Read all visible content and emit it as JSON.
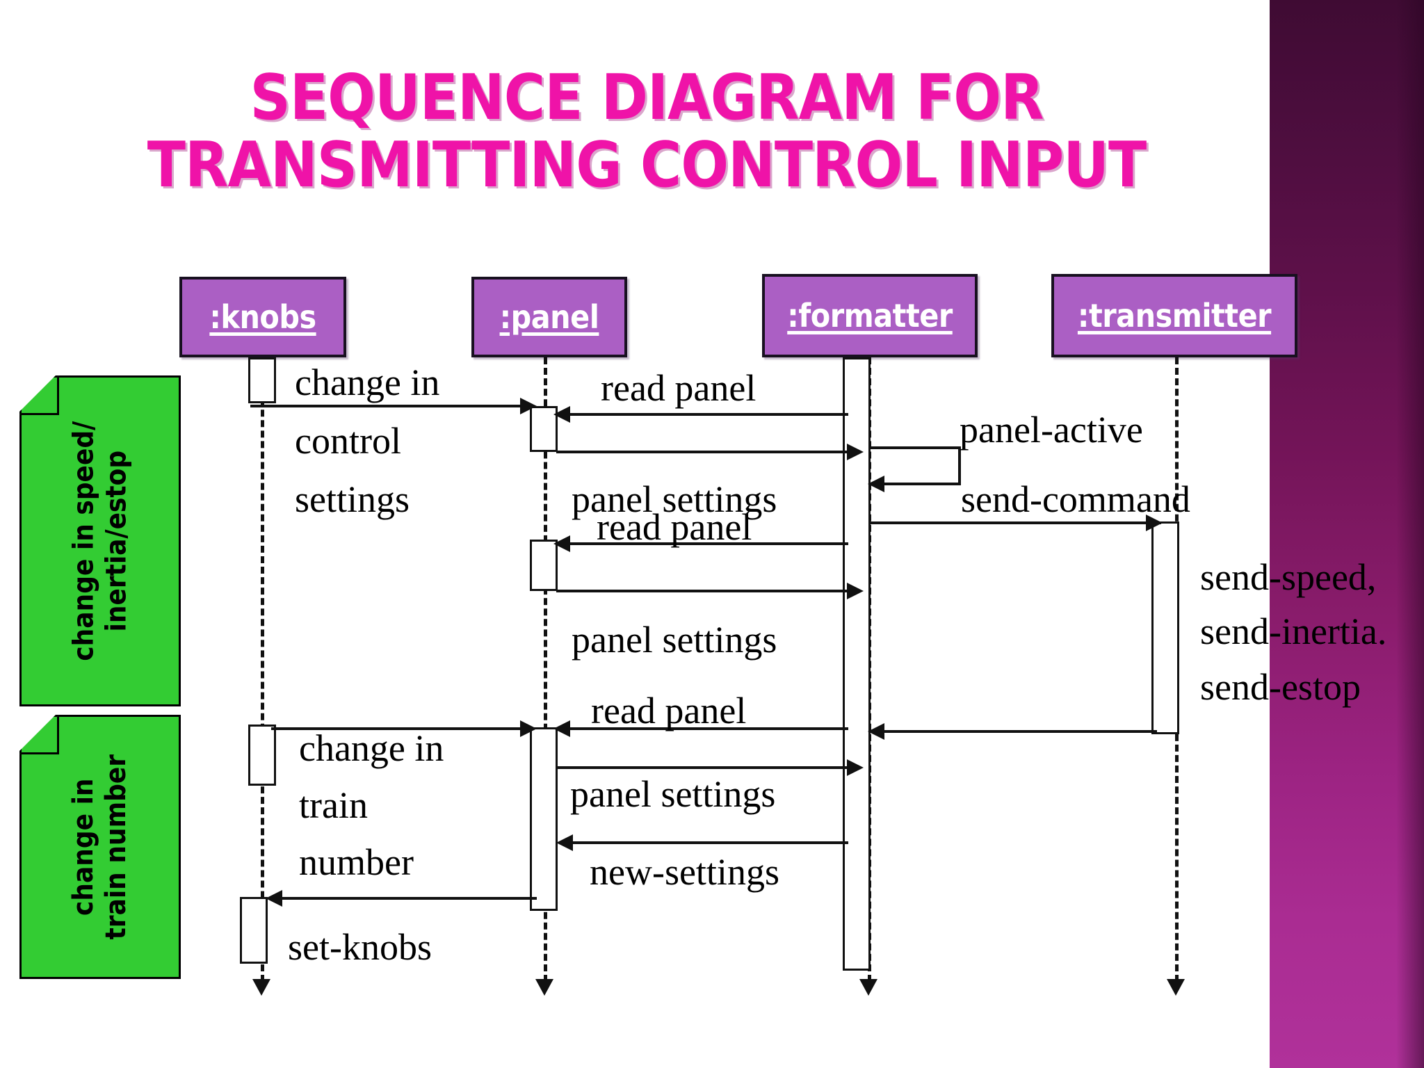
{
  "slide": {
    "title_line1": "SEQUENCE DIAGRAM FOR",
    "title_line2": "TRANSMITTING CONTROL INPUT",
    "title_color": "#ef13a8",
    "background_color": "#ffffff",
    "accent_band_top_color": "#4a0d3c",
    "accent_band_bottom_color": "#b0319a"
  },
  "lifelines": [
    {
      "name": "knobs",
      "label": ":knobs"
    },
    {
      "name": "panel",
      "label": ":panel"
    },
    {
      "name": "formatter",
      "label": ":formatter"
    },
    {
      "name": "transmitter",
      "label": ":transmitter"
    }
  ],
  "notes": [
    {
      "name": "note-speed-inertia-estop",
      "text": "change in speed/\ninertia/estop",
      "color": "#33cc33"
    },
    {
      "name": "note-train-number",
      "text": "change in\ntrain number",
      "color": "#33cc33"
    }
  ],
  "messages": [
    {
      "id": "m1",
      "label": "change in\ncontrol\nsettings",
      "from": "knobs",
      "to": "panel",
      "direction": "right"
    },
    {
      "id": "m2",
      "label": "read panel",
      "from": "formatter",
      "to": "panel",
      "direction": "left"
    },
    {
      "id": "m3",
      "label": "panel settings",
      "from": "panel",
      "to": "formatter",
      "direction": "right"
    },
    {
      "id": "m4",
      "label": "panel-active",
      "from": "formatter",
      "to": "formatter",
      "direction": "self"
    },
    {
      "id": "m5",
      "label": "read panel",
      "from": "formatter",
      "to": "panel",
      "direction": "left"
    },
    {
      "id": "m6",
      "label": "panel settings",
      "from": "panel",
      "to": "formatter",
      "direction": "right"
    },
    {
      "id": "m7",
      "label": "send-command",
      "from": "formatter",
      "to": "transmitter",
      "direction": "right"
    },
    {
      "id": "m8",
      "label": "send-speed,\nsend-inertia.\nsend-estop",
      "from": "transmitter",
      "to": "transmitter",
      "direction": "annotation"
    },
    {
      "id": "m9",
      "label": "",
      "from": "transmitter",
      "to": "formatter",
      "direction": "left"
    },
    {
      "id": "m10",
      "label": "read panel",
      "from": "formatter",
      "to": "panel",
      "direction": "left"
    },
    {
      "id": "m11",
      "label": "change in\ntrain\nnumber",
      "from": "knobs",
      "to": "panel",
      "direction": "right"
    },
    {
      "id": "m12",
      "label": "panel settings",
      "from": "panel",
      "to": "formatter",
      "direction": "right"
    },
    {
      "id": "m13",
      "label": "new-settings",
      "from": "formatter",
      "to": "panel",
      "direction": "left"
    },
    {
      "id": "m14",
      "label": "set-knobs",
      "from": "panel",
      "to": "knobs",
      "direction": "left"
    }
  ],
  "labels": {
    "change_in_control_settings_l1": "change in",
    "change_in_control_settings_l2": "control",
    "change_in_control_settings_l3": "settings",
    "read_panel_1": "read panel",
    "panel_settings_1": "panel settings",
    "read_panel_2": "read panel",
    "panel_active": "panel-active",
    "send_command": "send-command",
    "panel_settings_2": "panel settings",
    "read_panel_3": "read panel",
    "send_speed": "send-speed,",
    "send_inertia": "send-inertia.",
    "send_estop": "send-estop",
    "change_in_train_number_l1": "change in",
    "change_in_train_number_l2": "train",
    "change_in_train_number_l3": "number",
    "panel_settings_3": "panel settings",
    "new_settings": "new-settings",
    "set_knobs": "set-knobs"
  }
}
